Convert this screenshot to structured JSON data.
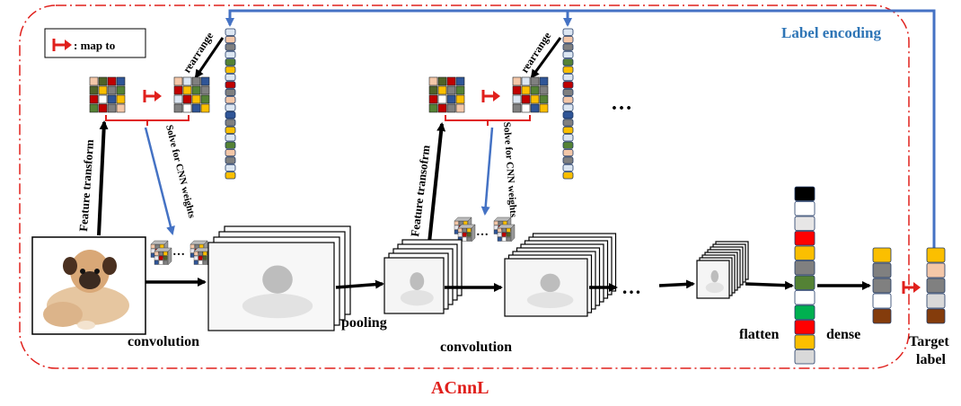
{
  "legend": {
    "text": ": map to"
  },
  "labels": {
    "label_encoding": "Label encoding",
    "rearrange_1": "rearrange",
    "rearrange_2": "rearrange",
    "feature_transform_1": "Feature transform",
    "feature_transform_2": "Feature transofrm",
    "solve_1": "Solve for CNN weights",
    "solve_2": "Solve for CNN weights",
    "convolution_1": "convolution",
    "convolution_2": "convolution",
    "pooling": "pooling",
    "flatten": "flatten",
    "dense": "dense",
    "target_label_1": "Target",
    "target_label_2": "label",
    "acnnl": "ACnnL",
    "ellipsis": "…"
  },
  "colors": {
    "frame_red": "#e0201c",
    "arrow_blue": "#4472c4",
    "label_blue": "#2e75b6",
    "black": "#000000"
  },
  "icons": {
    "legend_marker": "map-to-icon",
    "dog_photo": "dog-photo-icon"
  }
}
